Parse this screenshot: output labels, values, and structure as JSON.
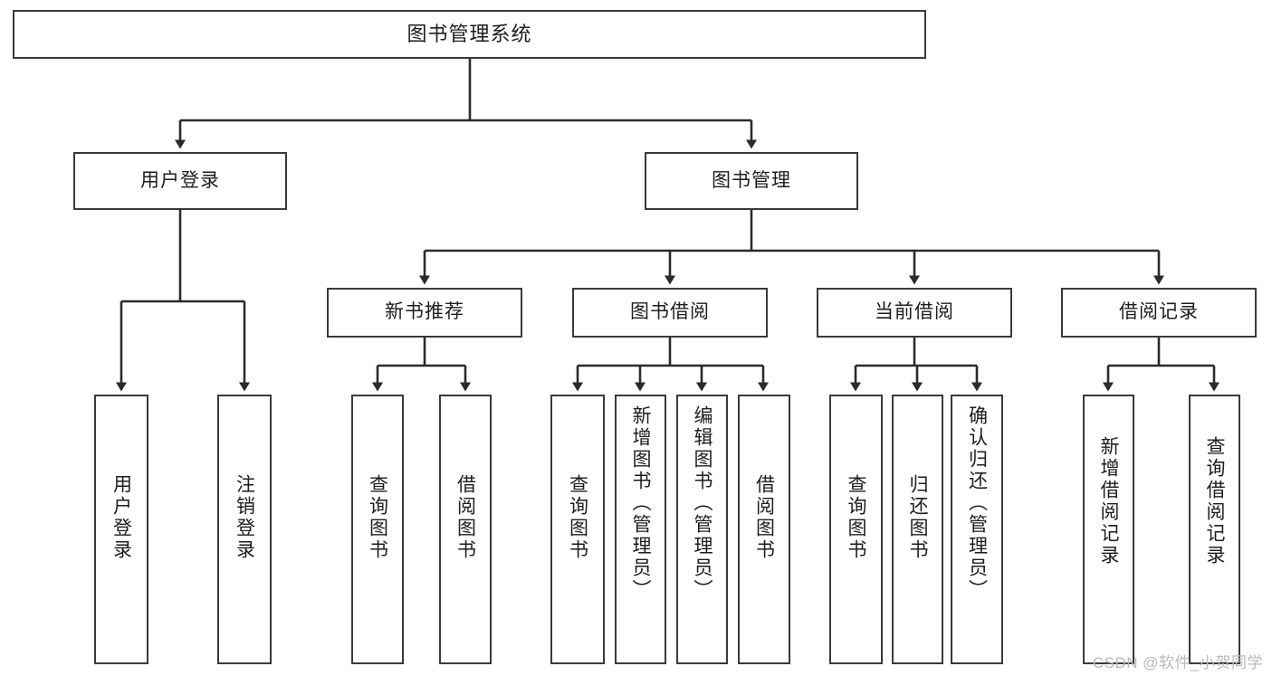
{
  "diagram": {
    "type": "tree",
    "title": "图书管理系统",
    "watermark": "CSDN @软件_小贺同学",
    "colors": {
      "box_border": "#3a3a3a",
      "box_fill": "#ffffff",
      "connector": "#2b2b2b",
      "text": "#1d1d1d",
      "watermark": "#b9b9b9"
    },
    "nodes": {
      "root": "图书管理系统",
      "level2": [
        "用户登录",
        "图书管理"
      ],
      "level3": [
        "新书推荐",
        "图书借阅",
        "当前借阅",
        "借阅记录"
      ],
      "leaves_user_login": [
        "用户登录",
        "注销登录"
      ],
      "leaves_new_book": [
        "查询图书",
        "借阅图书"
      ],
      "leaves_borrow": [
        "查询图书",
        "新增图书（管理员）",
        "编辑图书（管理员）",
        "借阅图书"
      ],
      "leaves_current": [
        "查询图书",
        "归还图书",
        "确认归还（管理员）"
      ],
      "leaves_record": [
        "新增借阅记录",
        "查询借阅记录"
      ]
    }
  }
}
